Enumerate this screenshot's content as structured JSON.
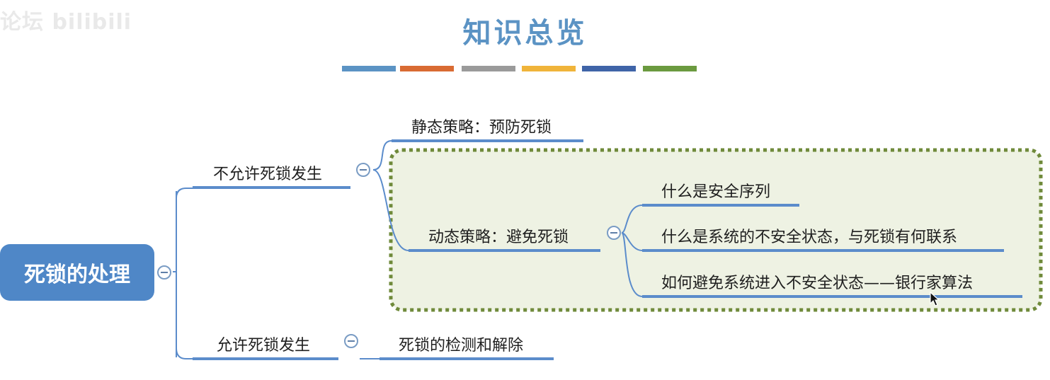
{
  "watermark": "论坛 bilibili",
  "title": "知识总览",
  "colors": {
    "accent_blue": "#5b93c4",
    "root_fill": "#4f87c7",
    "connector": "#5b8ccb",
    "highlight_border": "#6f8a3a",
    "highlight_fill": "#eef2e3"
  },
  "color_bars": [
    "#5b93c4",
    "#d96b33",
    "#9a9a9a",
    "#f0b43a",
    "#3f64a8",
    "#6b9a3f"
  ],
  "mindmap": {
    "root": "死锁的处理",
    "branch_disallow": {
      "label": "不允许死锁发生",
      "static": "静态策略：预防死锁",
      "dynamic": {
        "label": "动态策略：避免死锁",
        "children": [
          "什么是安全序列",
          "什么是系统的不安全状态，与死锁有何联系",
          "如何避免系统进入不安全状态——银行家算法"
        ]
      }
    },
    "branch_allow": {
      "label": "允许死锁发生",
      "child": "死锁的检测和解除"
    }
  },
  "icons": {
    "collapse": "collapse-minus-icon",
    "cursor": "mouse-pointer-icon"
  }
}
